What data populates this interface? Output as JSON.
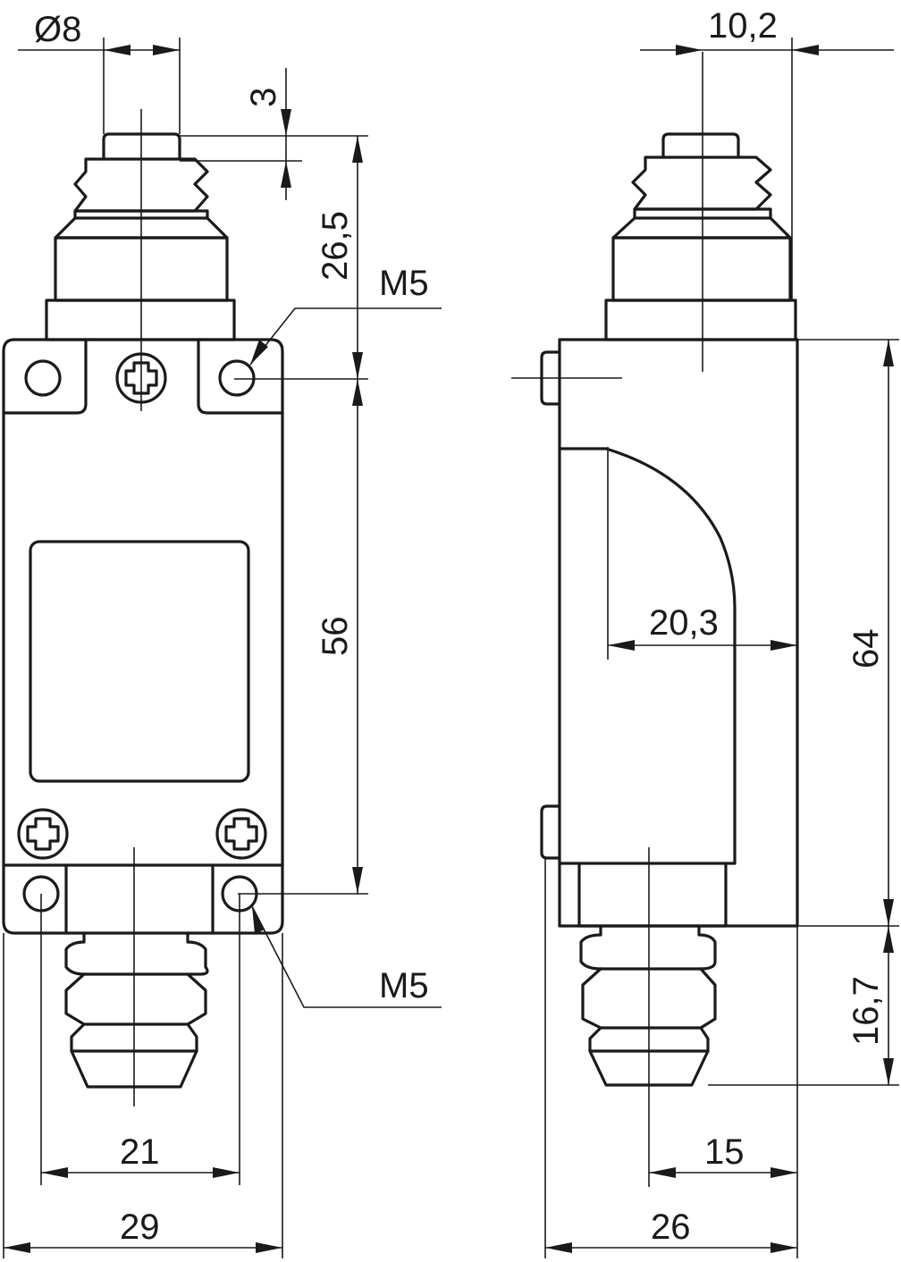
{
  "dimensions": {
    "pin_diameter": "Ø8",
    "pin_height": "3",
    "actuator_height": "26,5",
    "front_thread_top": "M5",
    "body_hole_spacing": "56",
    "front_thread_bottom": "M5",
    "mount_spacing": "21",
    "front_width": "29",
    "side_pin_offset": "10,2",
    "side_depth_inner": "20,3",
    "side_height": "64",
    "bottom_bellows_height": "16,7",
    "side_bottom_offset": "15",
    "side_width": "26"
  }
}
